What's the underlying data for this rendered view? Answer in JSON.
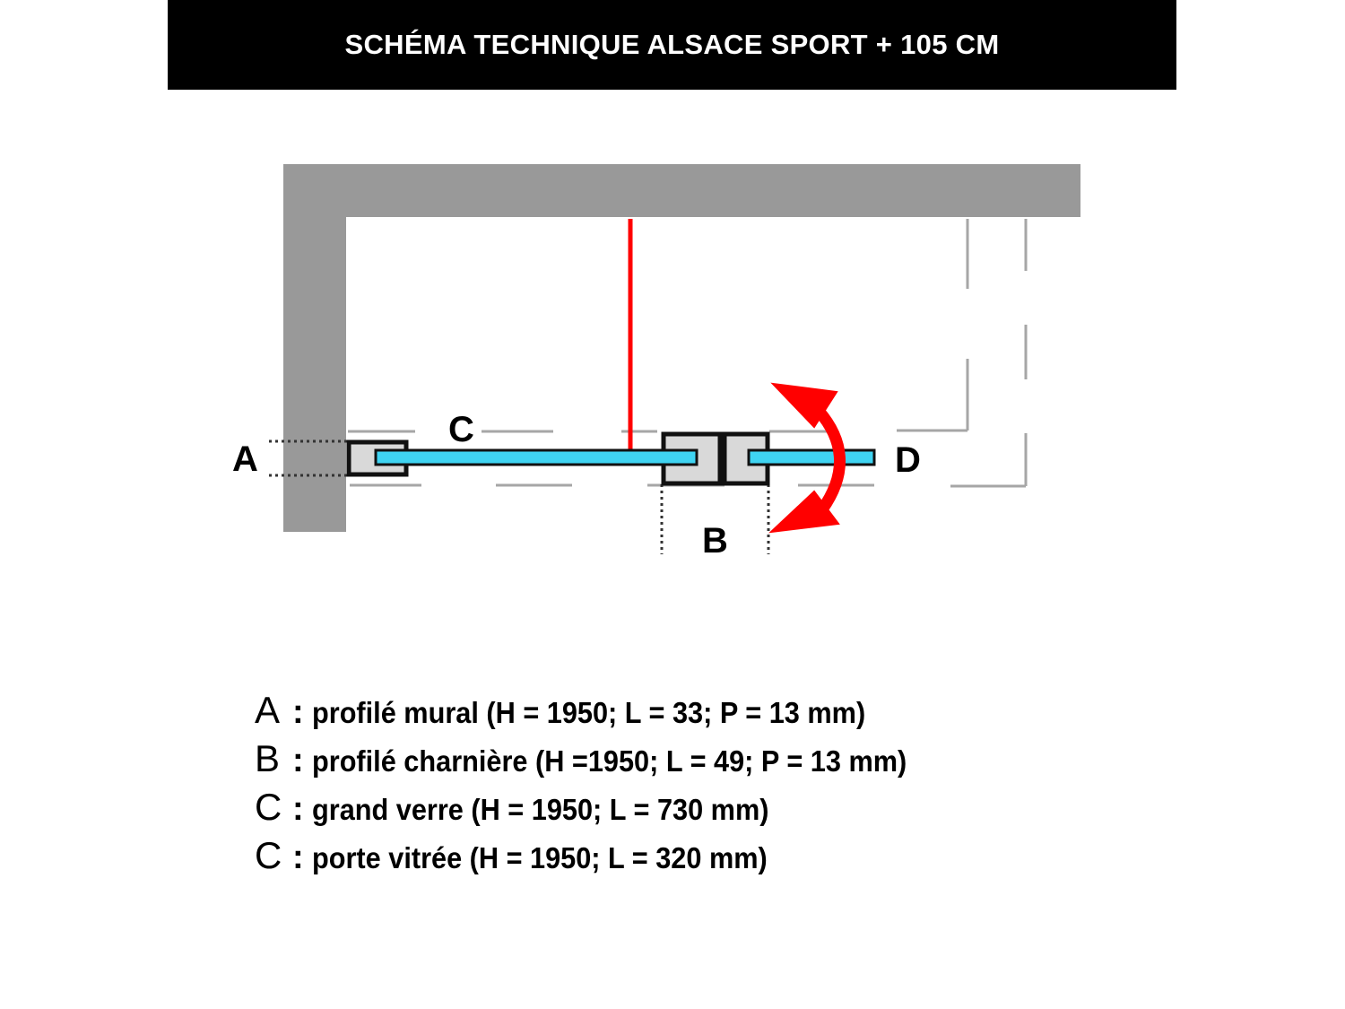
{
  "header": {
    "title": "SCHÉMA TECHNIQUE ALSACE SPORT + 105 CM"
  },
  "diagram": {
    "labels": {
      "a": "A",
      "b": "B",
      "c": "C",
      "d": "D"
    },
    "colors": {
      "wall": "#999999",
      "glass": "#3fd4f2",
      "profile_fill": "#d9d9d9",
      "red": "#ff0000",
      "outline": "#111111",
      "guide": "#a6a6a6"
    }
  },
  "legend": {
    "separator": ":",
    "items": [
      {
        "key": "A",
        "text": "profilé mural (H = 1950; L = 33; P = 13 mm)"
      },
      {
        "key": "B",
        "text": "profilé charnière (H =1950; L = 49; P = 13 mm)"
      },
      {
        "key": "C",
        "text": "grand verre (H = 1950; L = 730 mm)"
      },
      {
        "key": "C",
        "text": "porte vitrée (H = 1950; L = 320 mm)"
      }
    ]
  }
}
